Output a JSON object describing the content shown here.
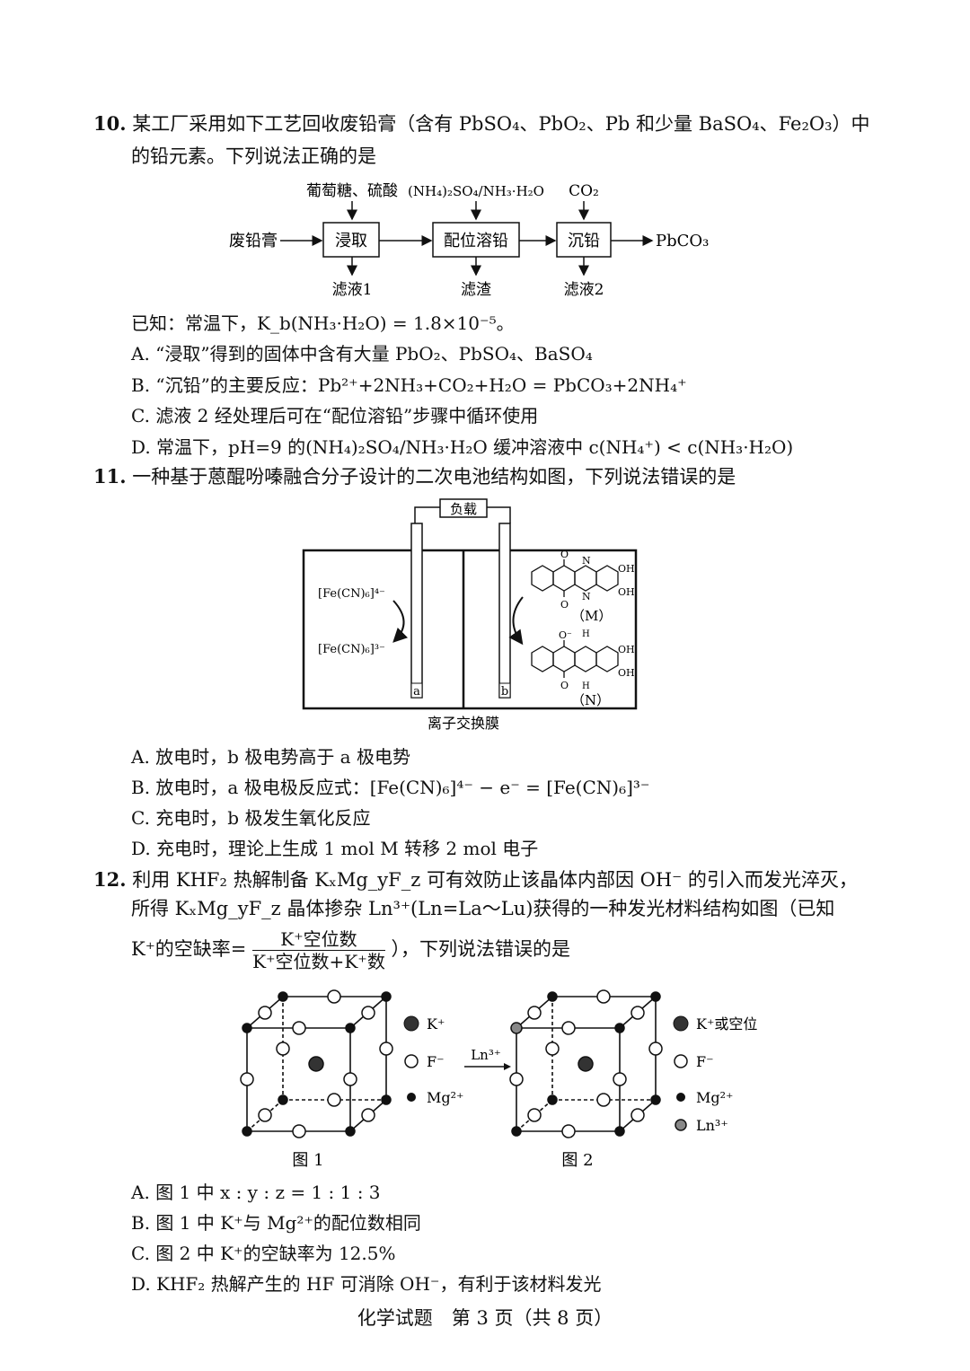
{
  "q10": {
    "number": "10.",
    "stem_line1": "某工厂采用如下工艺回收废铅膏（含有 PbSO₄、PbO₂、Pb 和少量 BaSO₄、Fe₂O₃）中",
    "stem_line2": "的铅元素。下列说法正确的是",
    "flow": {
      "input": "废铅膏",
      "step1": "浸取",
      "step1_reagent": "葡萄糖、硫酸",
      "step1_out": "滤液1",
      "step2": "配位溶铅",
      "step2_reagent": "(NH₄)₂SO₄/NH₃·H₂O",
      "step2_out": "滤渣",
      "step3": "沉铅",
      "step3_reagent": "CO₂",
      "step3_out": "滤液2",
      "product": "PbCO₃"
    },
    "known": "已知：常温下，K_b(NH₃·H₂O) = 1.8×10⁻⁵。",
    "options": [
      "A. “浸取”得到的固体中含有大量 PbO₂、PbSO₄、BaSO₄",
      "B. “沉铅”的主要反应：Pb²⁺+2NH₃+CO₂+H₂O = PbCO₃+2NH₄⁺",
      "C. 滤液 2 经处理后可在“配位溶铅”步骤中循环使用",
      "D. 常温下，pH=9 的(NH₄)₂SO₄/NH₃·H₂O 缓冲溶液中 c(NH₄⁺) < c(NH₃·H₂O)"
    ]
  },
  "q11": {
    "number": "11.",
    "stem": "一种基于蒽醌吩嗪融合分子设计的二次电池结构如图，下列说法错误的是",
    "figure": {
      "load": "负载",
      "left_top": "[Fe(CN)₆]⁴⁻",
      "left_bottom": "[Fe(CN)₆]³⁻",
      "electrode_a": "a",
      "electrode_b": "b",
      "mol_M": "（M）",
      "mol_N": "（N）",
      "membrane": "离子交换膜",
      "oh": "OH",
      "o": "O",
      "o_minus": "O⁻",
      "n": "N",
      "h": "H"
    },
    "options": [
      "A. 放电时，b 极电势高于 a 极电势",
      "B. 放电时，a 极电极反应式：[Fe(CN)₆]⁴⁻ − e⁻ = [Fe(CN)₆]³⁻",
      "C. 充电时，b 极发生氧化反应",
      "D. 充电时，理论上生成 1 mol M 转移 2 mol 电子"
    ]
  },
  "q12": {
    "number": "12.",
    "stem_line1": "利用 KHF₂ 热解制备 KₓMg_yF_z 可有效防止该晶体内部因 OH⁻ 的引入而发光淬灭，",
    "stem_line2": "所得 KₓMg_yF_z 晶体掺杂 Ln³⁺(Ln=La～Lu)获得的一种发光材料结构如图（已知",
    "stem_line3_pre": "K⁺的空缺率=",
    "frac_top": "K⁺空位数",
    "frac_bottom": "K⁺空位数+K⁺数",
    "stem_line3_post": "），下列说法错误的是",
    "fig1": {
      "legend_k": "K⁺",
      "legend_f": "F⁻",
      "legend_mg": "Mg²⁺",
      "caption": "图 1"
    },
    "arrow_label": "Ln³⁺",
    "fig2": {
      "legend_k": "K⁺或空位",
      "legend_f": "F⁻",
      "legend_mg": "Mg²⁺",
      "legend_ln": "Ln³⁺",
      "caption": "图 2"
    },
    "options": [
      "A. 图 1 中 x : y : z = 1 : 1 : 3",
      "B. 图 1 中 K⁺与 Mg²⁺的配位数相同",
      "C. 图 2 中 K⁺的空缺率为 12.5%",
      "D. KHF₂ 热解产生的 HF 可消除 OH⁻，有利于该材料发光"
    ]
  },
  "footer": "化学试题　第 3 页（共 8 页）"
}
